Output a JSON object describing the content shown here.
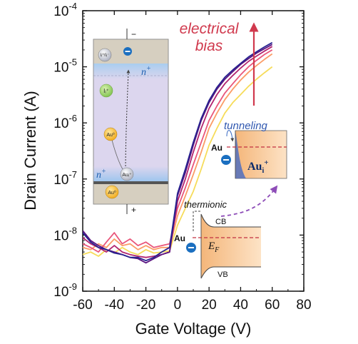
{
  "chart_data": {
    "type": "line",
    "xlabel": "Gate Voltage (V)",
    "ylabel": "Drain Current (A)",
    "xlim": [
      -60,
      80
    ],
    "ylim_log10": [
      -9,
      -4
    ],
    "y_scale": "log",
    "grid": false,
    "x_ticks": [
      "-60",
      "-40",
      "-20",
      "0",
      "20",
      "40",
      "60",
      "80"
    ],
    "y_ticks": [
      {
        "base": "10",
        "exp": "-9"
      },
      {
        "base": "10",
        "exp": "-8"
      },
      {
        "base": "10",
        "exp": "-7"
      },
      {
        "base": "10",
        "exp": "-6"
      },
      {
        "base": "10",
        "exp": "-5"
      },
      {
        "base": "10",
        "exp": "-4"
      }
    ],
    "x": [
      -60,
      -55,
      -50,
      -45,
      -40,
      -35,
      -30,
      -25,
      -20,
      -15,
      -10,
      -5,
      0,
      5,
      10,
      15,
      20,
      25,
      30,
      35,
      40,
      45,
      50,
      55,
      60
    ],
    "series": [
      {
        "color": "#f6dc5a",
        "values": [
          4.5e-09,
          5e-09,
          4.2e-09,
          5.5e-09,
          4.8e-09,
          6e-09,
          5e-09,
          4.5e-09,
          5.5e-09,
          4.8e-09,
          5e-09,
          5.2e-09,
          1.5e-08,
          3e-08,
          6e-08,
          1.5e-07,
          4e-07,
          8e-07,
          1.5e-06,
          2.3e-06,
          3.2e-06,
          4.5e-06,
          6e-06,
          7.8e-06,
          1e-05
        ]
      },
      {
        "color": "#fb9c66",
        "values": [
          6e-09,
          5.5e-09,
          7e-09,
          6e-09,
          8.5e-09,
          6.5e-09,
          7e-09,
          5.5e-09,
          6.5e-09,
          5.5e-09,
          6e-09,
          6e-09,
          2.2e-08,
          5e-08,
          1.2e-07,
          3e-07,
          8e-07,
          1.5e-06,
          2.6e-06,
          4e-06,
          5.8e-06,
          8e-06,
          1.05e-05,
          1.35e-05,
          1.7e-05
        ]
      },
      {
        "color": "#e9567a",
        "values": [
          7e-09,
          6e-09,
          5e-09,
          7.5e-09,
          1.1e-08,
          7e-09,
          8.5e-09,
          6.5e-09,
          7.5e-09,
          6e-09,
          6.5e-09,
          7e-09,
          3e-08,
          7e-08,
          1.8e-07,
          4.5e-07,
          1.1e-06,
          2e-06,
          3.4e-06,
          5e-06,
          7.2e-06,
          1e-05,
          1.3e-05,
          1.65e-05,
          2e-05
        ]
      },
      {
        "color": "#b2246f",
        "values": [
          9e-09,
          7e-09,
          6e-09,
          5e-09,
          6.5e-09,
          5e-09,
          4.5e-09,
          4.2e-09,
          4e-09,
          4.2e-09,
          4.5e-09,
          5e-09,
          4e-08,
          1e-07,
          3e-07,
          8e-07,
          1.8e-06,
          3.2e-06,
          5e-06,
          7e-06,
          9.5e-06,
          1.25e-05,
          1.55e-05,
          1.9e-05,
          2.3e-05
        ]
      },
      {
        "color": "#5b1481",
        "values": [
          1.2e-08,
          8e-09,
          6.5e-09,
          5.5e-09,
          5e-09,
          4.5e-09,
          4e-09,
          3.8e-09,
          3.2e-09,
          3.8e-09,
          4.5e-09,
          5e-09,
          5e-08,
          1.3e-07,
          4e-07,
          1.1e-06,
          2.3e-06,
          4e-06,
          6e-06,
          8.2e-06,
          1.1e-05,
          1.4e-05,
          1.75e-05,
          2.1e-05,
          2.5e-05
        ]
      },
      {
        "color": "#27238f",
        "values": [
          1.1e-08,
          7.5e-09,
          6e-09,
          5.5e-09,
          4.8e-09,
          4.5e-09,
          4e-09,
          4e-09,
          3.5e-09,
          4e-09,
          5e-09,
          6e-09,
          5.5e-08,
          1.5e-07,
          4.5e-07,
          1.2e-06,
          2.5e-06,
          4.3e-06,
          6.5e-06,
          8.8e-06,
          1.15e-05,
          1.5e-05,
          1.85e-05,
          2.25e-05,
          2.7e-05
        ]
      }
    ],
    "annotations": {
      "electrical_bias_line1": "electrical",
      "electrical_bias_line2": "bias"
    }
  },
  "colors": {
    "arrow_red": "#d0394d",
    "dashed_arrow": "#8e4db8",
    "inset_sky": "#bfd9f2",
    "inset_body": "#dcd6ee",
    "inset_tan": "#d6cfc0",
    "band_orange": "#f6c18a"
  },
  "insets": {
    "device": {
      "minus_label": "−",
      "plus_label": "+",
      "n_plus_top": "n",
      "n_plus_top_sup": "+",
      "n_plus_bottom": "n",
      "n_plus_bottom_sup": "+",
      "ion_ii": "Iᵢ⁺",
      "ion_top": "Iᵢ⁰/Iᵢ⁻",
      "au_zero_mid": "Au⁰",
      "au_plus": "Auᵢ⁺",
      "au_zero_bottom": "Au⁰"
    },
    "tunneling": {
      "label": "tunneling",
      "metal": "Au",
      "species": "Au",
      "species_sub": "i",
      "species_sup": "+"
    },
    "thermionic": {
      "label": "thermionic",
      "metal": "Au",
      "cb": "CB",
      "vb": "VB",
      "ef": "E",
      "ef_sub": "F"
    }
  }
}
